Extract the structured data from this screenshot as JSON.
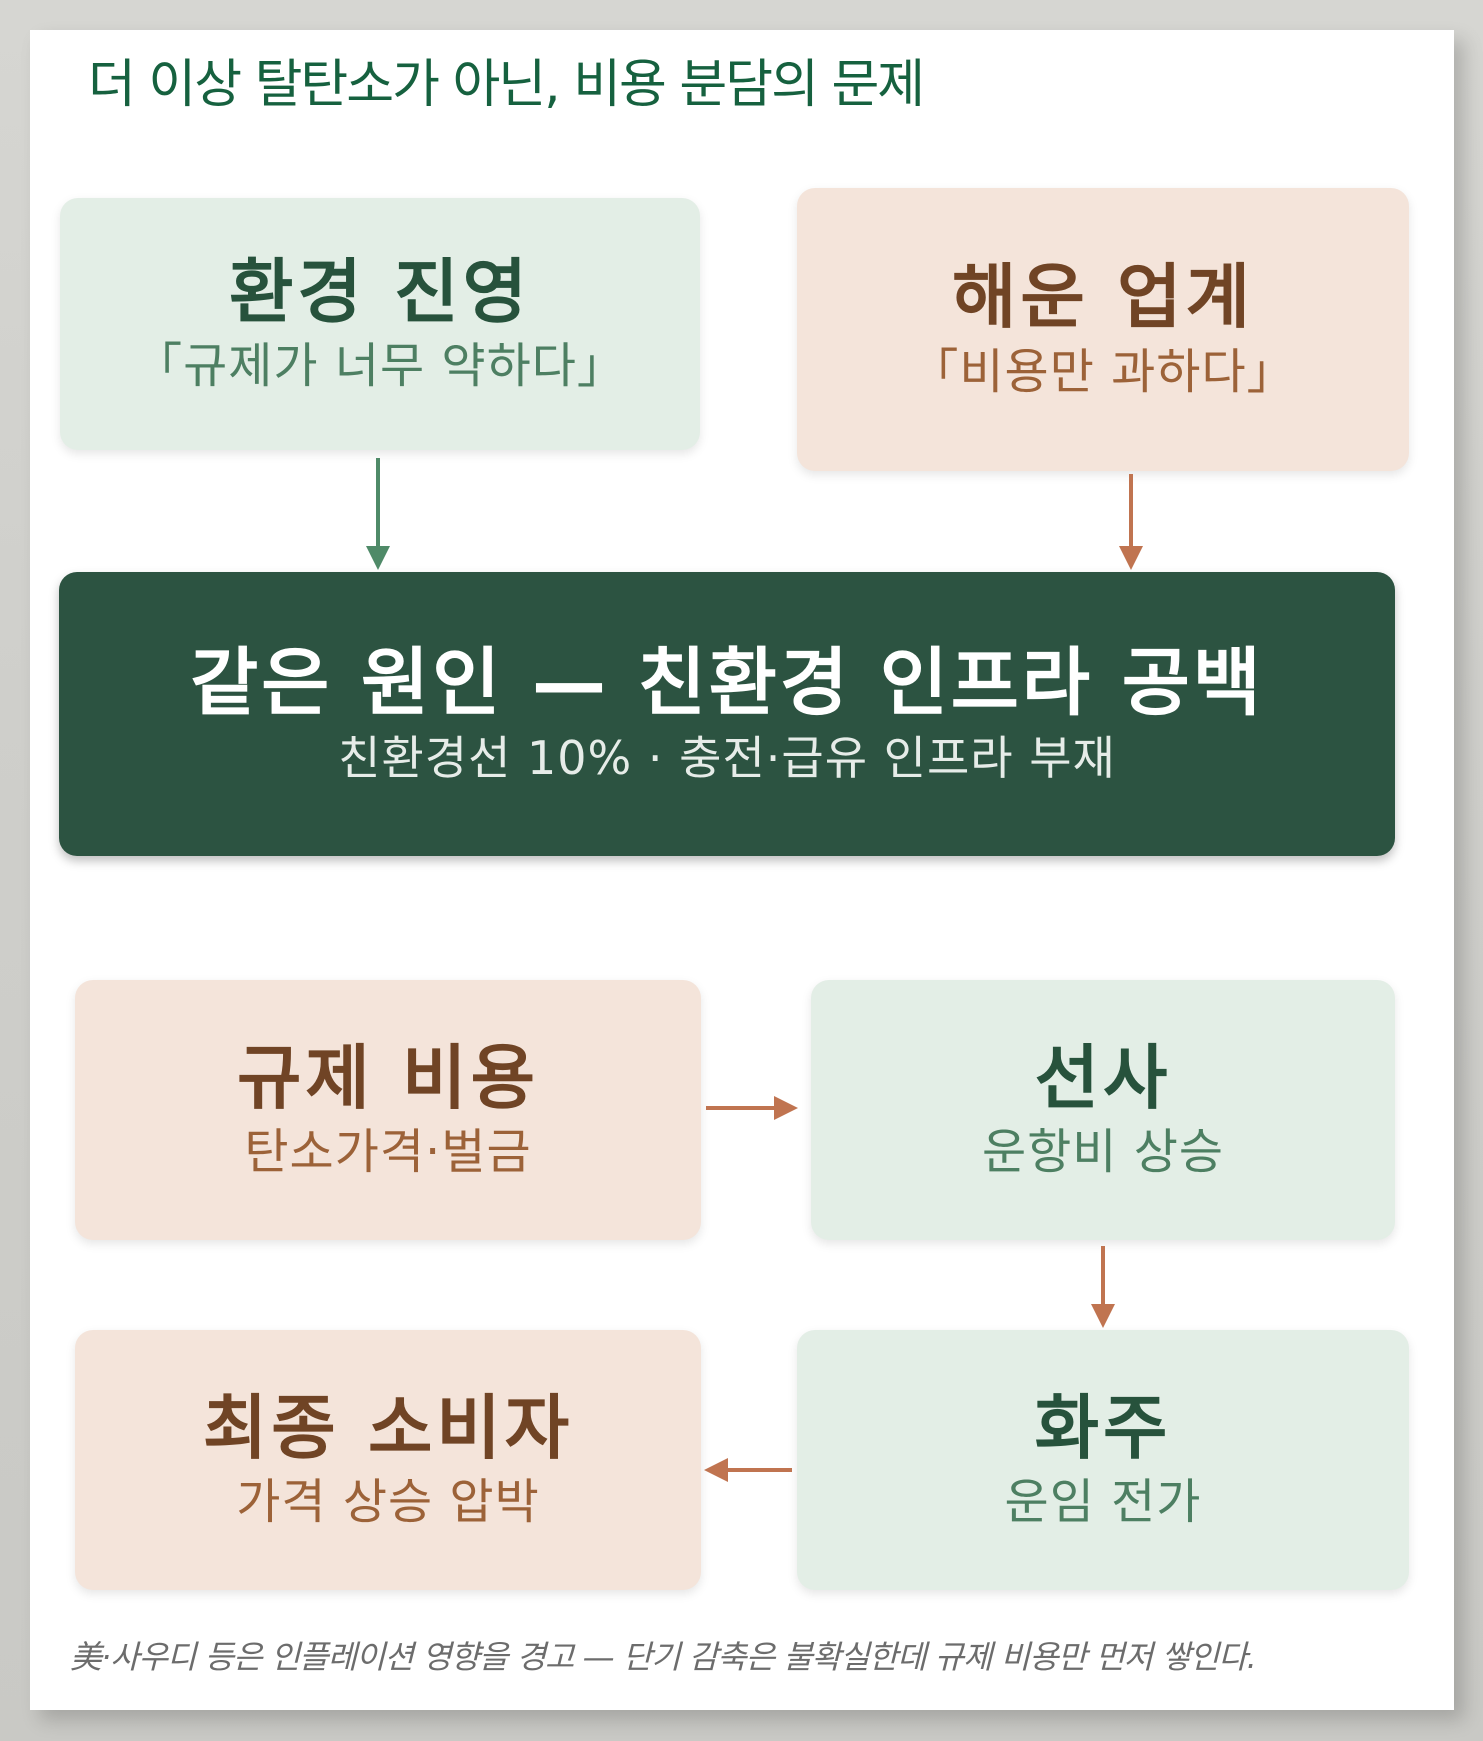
{
  "title": "더 이상 탈탄소가 아닌, 비용 분담의 문제",
  "top": {
    "environment": {
      "heading": "환경 진영",
      "quote": "「규제가 너무 약하다」"
    },
    "shipping": {
      "heading": "해운 업계",
      "quote": "「비용만 과하다」"
    }
  },
  "cause": {
    "heading": "같은 원인 — 친환경 인프라 공백",
    "detail": "친환경선 10% · 충전·급유 인프라 부재"
  },
  "flow": [
    {
      "heading": "규제 비용",
      "detail": "탄소가격·벌금"
    },
    {
      "heading": "선사",
      "detail": "운항비 상승"
    },
    {
      "heading": "화주",
      "detail": "운임 전가"
    },
    {
      "heading": "최종 소비자",
      "detail": "가격 상승 압박"
    }
  ],
  "note": "美·사우디 등은 인플레이션 영향을 경고 — 단기 감축은 불확실한데 규제 비용만 먼저 쌓인다.",
  "colors": {
    "title": "#16613f",
    "dark_box": "#2c5341",
    "green_box": "#e3eee6",
    "peach_box": "#f4e4da",
    "green_arrow": "#4f8a68",
    "brown_arrow": "#c07450"
  }
}
